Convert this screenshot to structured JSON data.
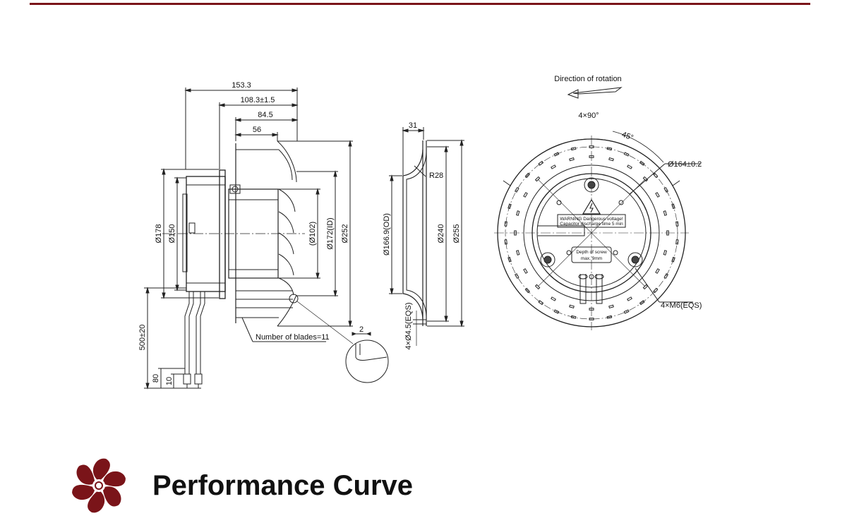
{
  "colors": {
    "accent": "#7a1419",
    "line": "#222222"
  },
  "icons": {
    "logo": "fan-icon"
  },
  "side_view": {
    "dim_153": "153.3",
    "dim_108": "108.3±1.5",
    "dim_84": "84.5",
    "dim_56": "56",
    "dim_178": "Ø178",
    "dim_150": "Ø150",
    "dim_102": "(Ø102)",
    "dim_172": "Ø172(ID)",
    "dim_252": "Ø252",
    "dim_500": "500±20",
    "dim_80": "80",
    "dim_10": "10",
    "blades": "Number of blades=11",
    "detail_2": "2"
  },
  "ring_view": {
    "dim_31": "31",
    "r28": "R28",
    "od": "Ø166.9(OD)",
    "dim_240": "Ø240",
    "dim_255": "Ø255",
    "holes": "4×Ø4.5(EQS)"
  },
  "front_view": {
    "rotation": "Direction of rotation",
    "angle_4x90": "4×90°",
    "angle_45": "45°",
    "dia_164": "Ø164±0.2",
    "m6": "4×M6(EQS)",
    "warning_1": "WARNING Dangerous voltage!",
    "warning_2": "Capacitor discharge time 5 min",
    "depth_1": "Depth of screw",
    "depth_2": "max. 9mm"
  },
  "section": {
    "title": "Performance Curve"
  }
}
